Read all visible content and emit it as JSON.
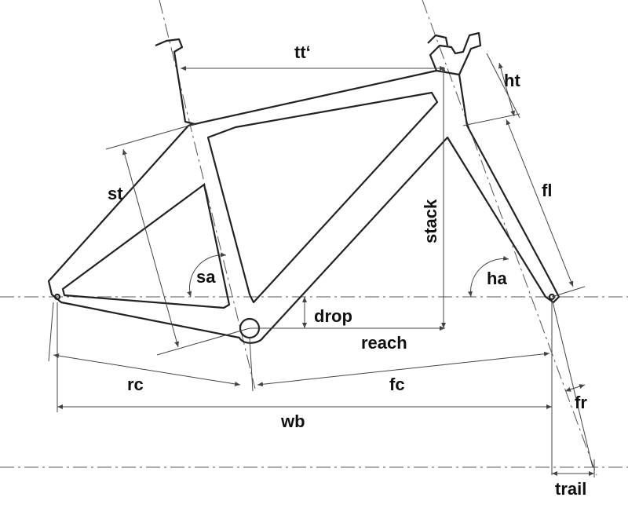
{
  "labels": {
    "top_tube": "tt‘",
    "head_tube": "ht",
    "seat_tube": "st",
    "fork_length": "fl",
    "stack": "stack",
    "seat_angle": "sa",
    "head_angle": "ha",
    "drop": "drop",
    "reach": "reach",
    "rear_center": "rc",
    "front_center": "fc",
    "wheelbase": "wb",
    "fork_rake": "fr",
    "trail": "trail"
  }
}
